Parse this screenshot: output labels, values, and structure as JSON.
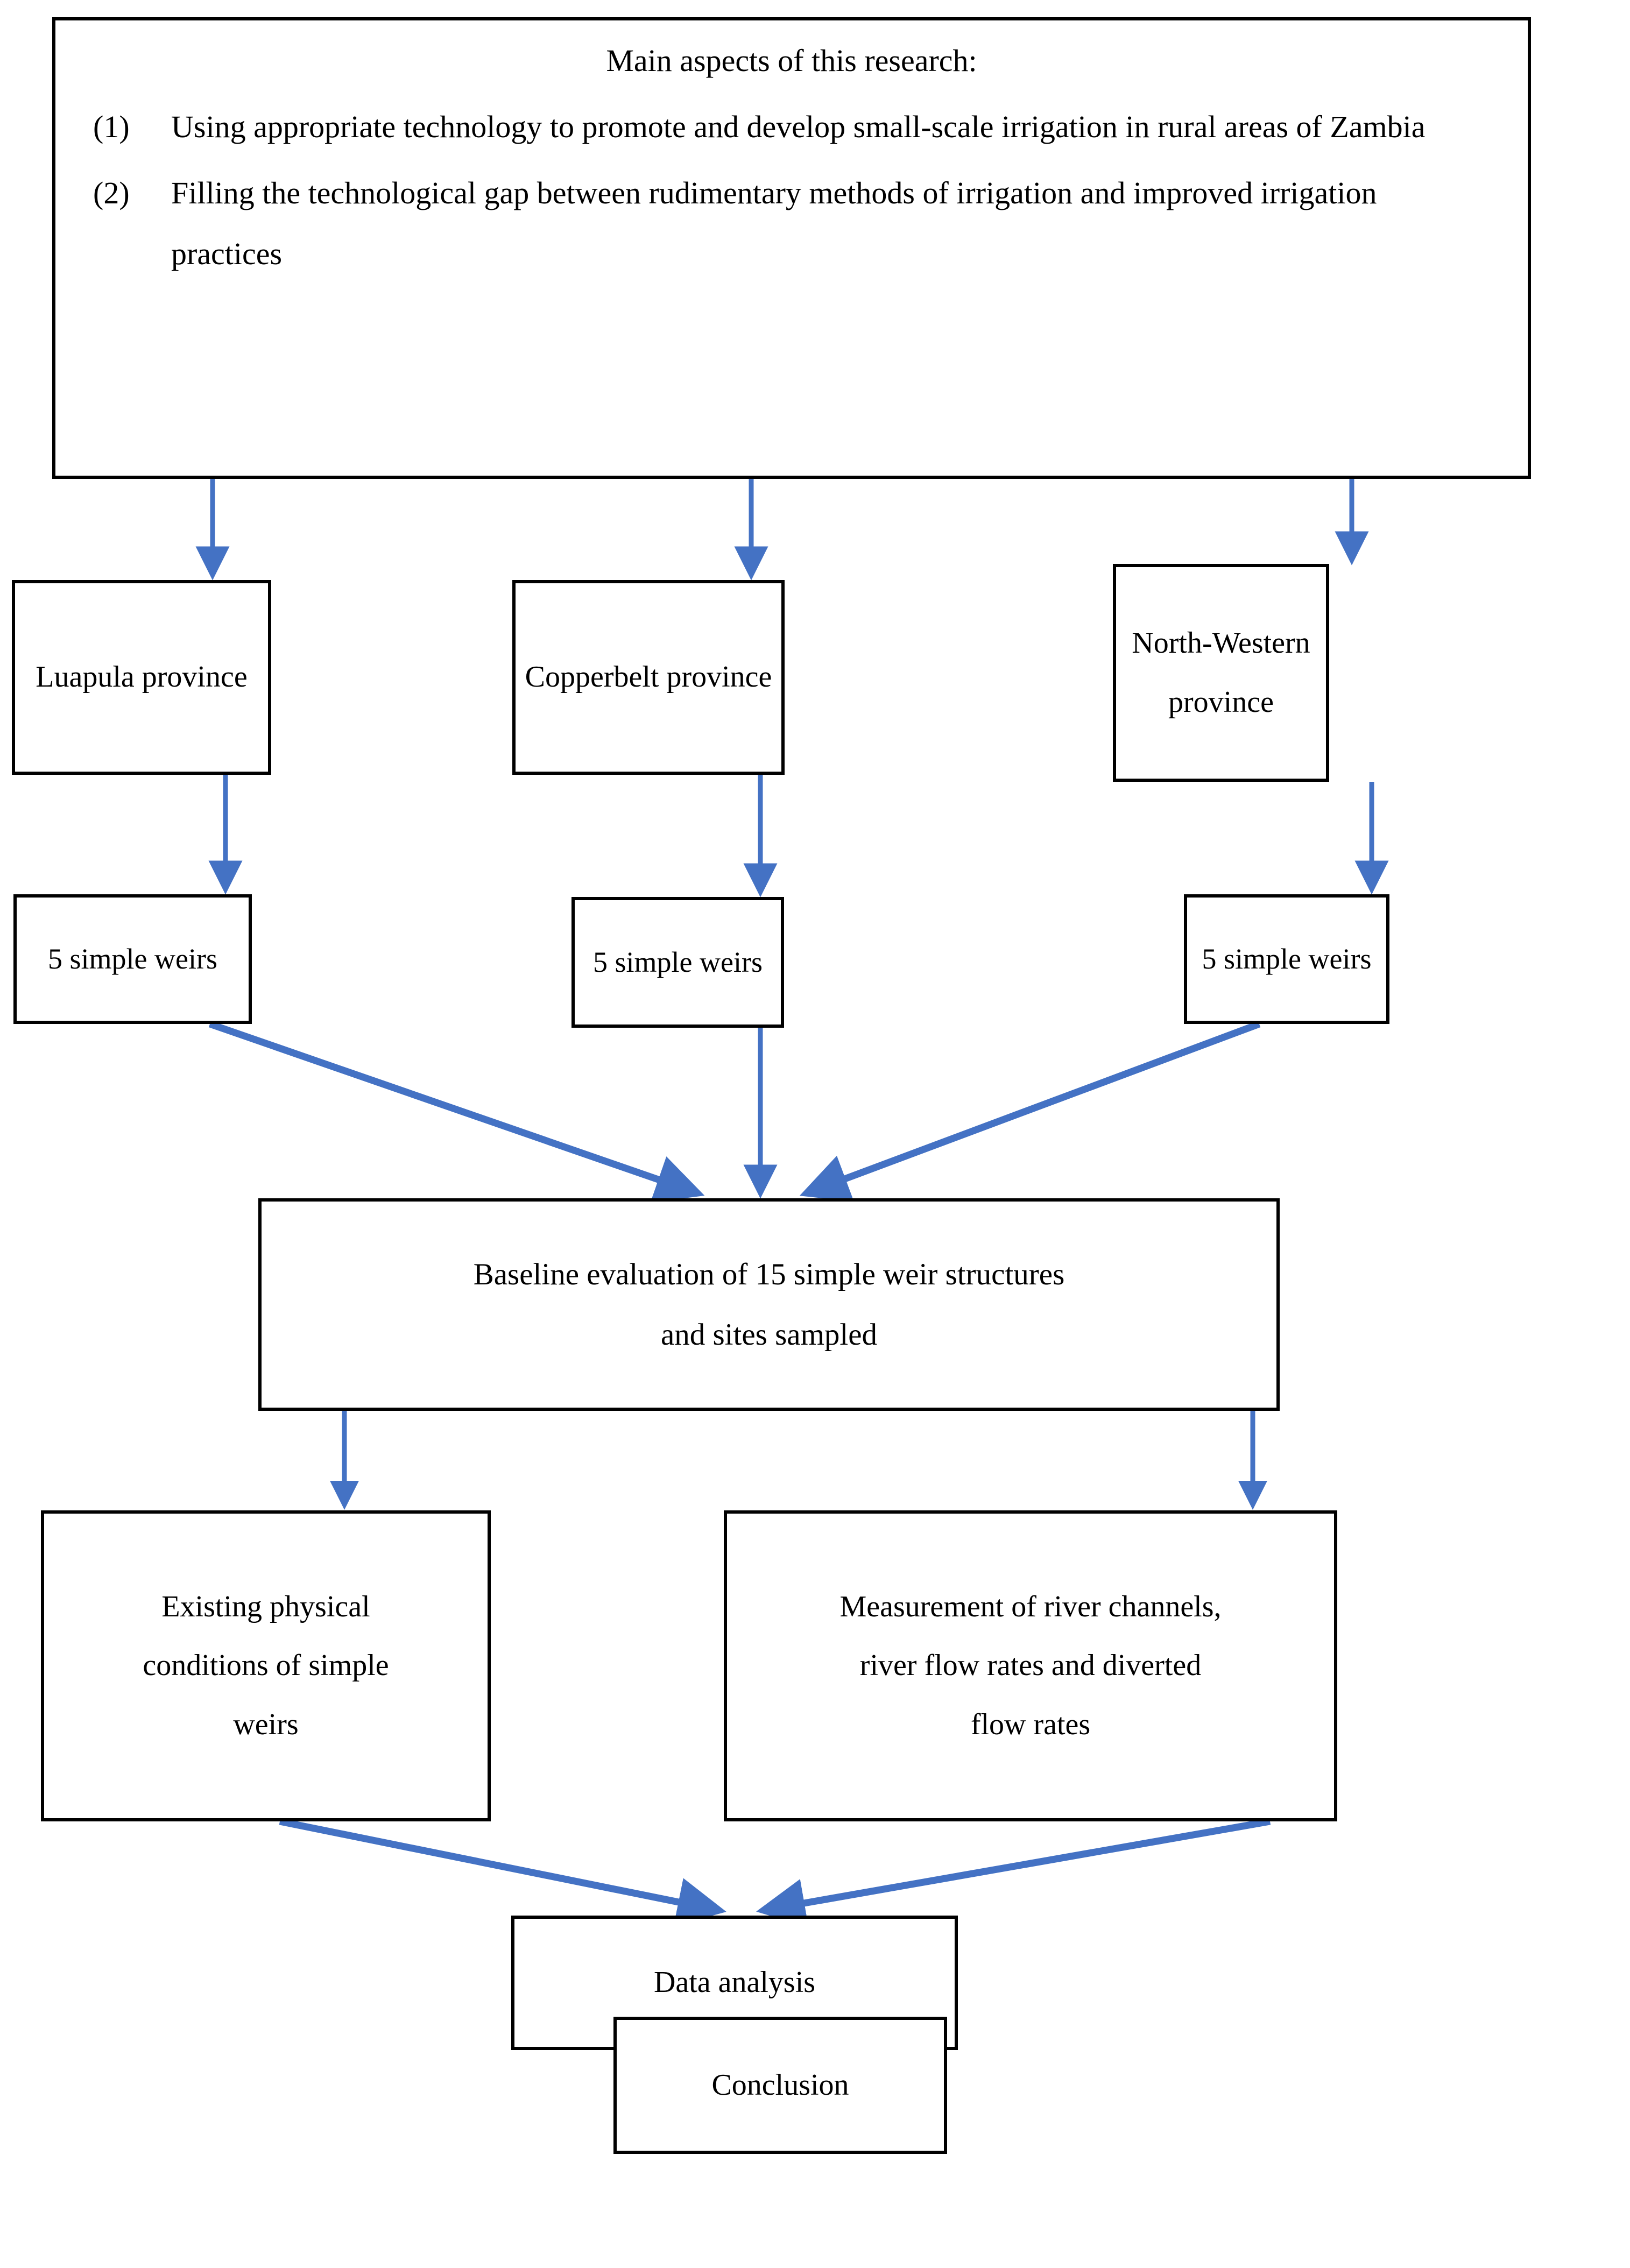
{
  "figure": {
    "type": "flowchart",
    "orientation": "top-down",
    "accent_color": "#4472C4",
    "box_border_color": "#000000",
    "background_color": "#FFFFFF"
  },
  "main_box": {
    "title": "Main aspects of this research:",
    "items": [
      {
        "marker": "(1)",
        "text": "Using appropriate technology to promote and develop small-scale irrigation in rural areas of Zambia"
      },
      {
        "marker": "(2)",
        "text": "Filling the technological gap between rudimentary methods of irrigation and improved irrigation practices"
      }
    ]
  },
  "provinces": [
    {
      "id": "luapula",
      "label": "Luapula province"
    },
    {
      "id": "copperbelt",
      "label": "Copperbelt province"
    },
    {
      "id": "north-western",
      "line1": "North-Western",
      "line2": "province"
    }
  ],
  "weirs": [
    {
      "id": "weirs-luapula",
      "label": "5 simple weirs"
    },
    {
      "id": "weirs-copperbelt",
      "label": "5 simple weirs"
    },
    {
      "id": "weirs-north-western",
      "label": "5 simple weirs"
    }
  ],
  "baseline": {
    "line1": "Baseline evaluation of 15 simple weir structures",
    "line2": "and sites sampled"
  },
  "outputs": {
    "existing": {
      "line1": "Existing physical",
      "line2": "conditions of simple",
      "line3": "weirs"
    },
    "measurement": {
      "line1": "Measurement of river channels,",
      "line2": "river flow rates and diverted",
      "line3": "flow rates"
    }
  },
  "analysis": {
    "label": "Data analysis"
  },
  "conclusion": {
    "label": "Conclusion"
  },
  "edges": [
    {
      "from": "main_box",
      "to": "luapula"
    },
    {
      "from": "main_box",
      "to": "copperbelt"
    },
    {
      "from": "main_box",
      "to": "north-western"
    },
    {
      "from": "luapula",
      "to": "weirs-luapula"
    },
    {
      "from": "copperbelt",
      "to": "weirs-copperbelt"
    },
    {
      "from": "north-western",
      "to": "weirs-north-western"
    },
    {
      "from": "weirs-luapula",
      "to": "baseline"
    },
    {
      "from": "weirs-copperbelt",
      "to": "baseline"
    },
    {
      "from": "weirs-north-western",
      "to": "baseline"
    },
    {
      "from": "baseline",
      "to": "existing"
    },
    {
      "from": "baseline",
      "to": "measurement"
    },
    {
      "from": "existing",
      "to": "analysis"
    },
    {
      "from": "measurement",
      "to": "analysis"
    },
    {
      "from": "analysis",
      "to": "conclusion"
    }
  ]
}
